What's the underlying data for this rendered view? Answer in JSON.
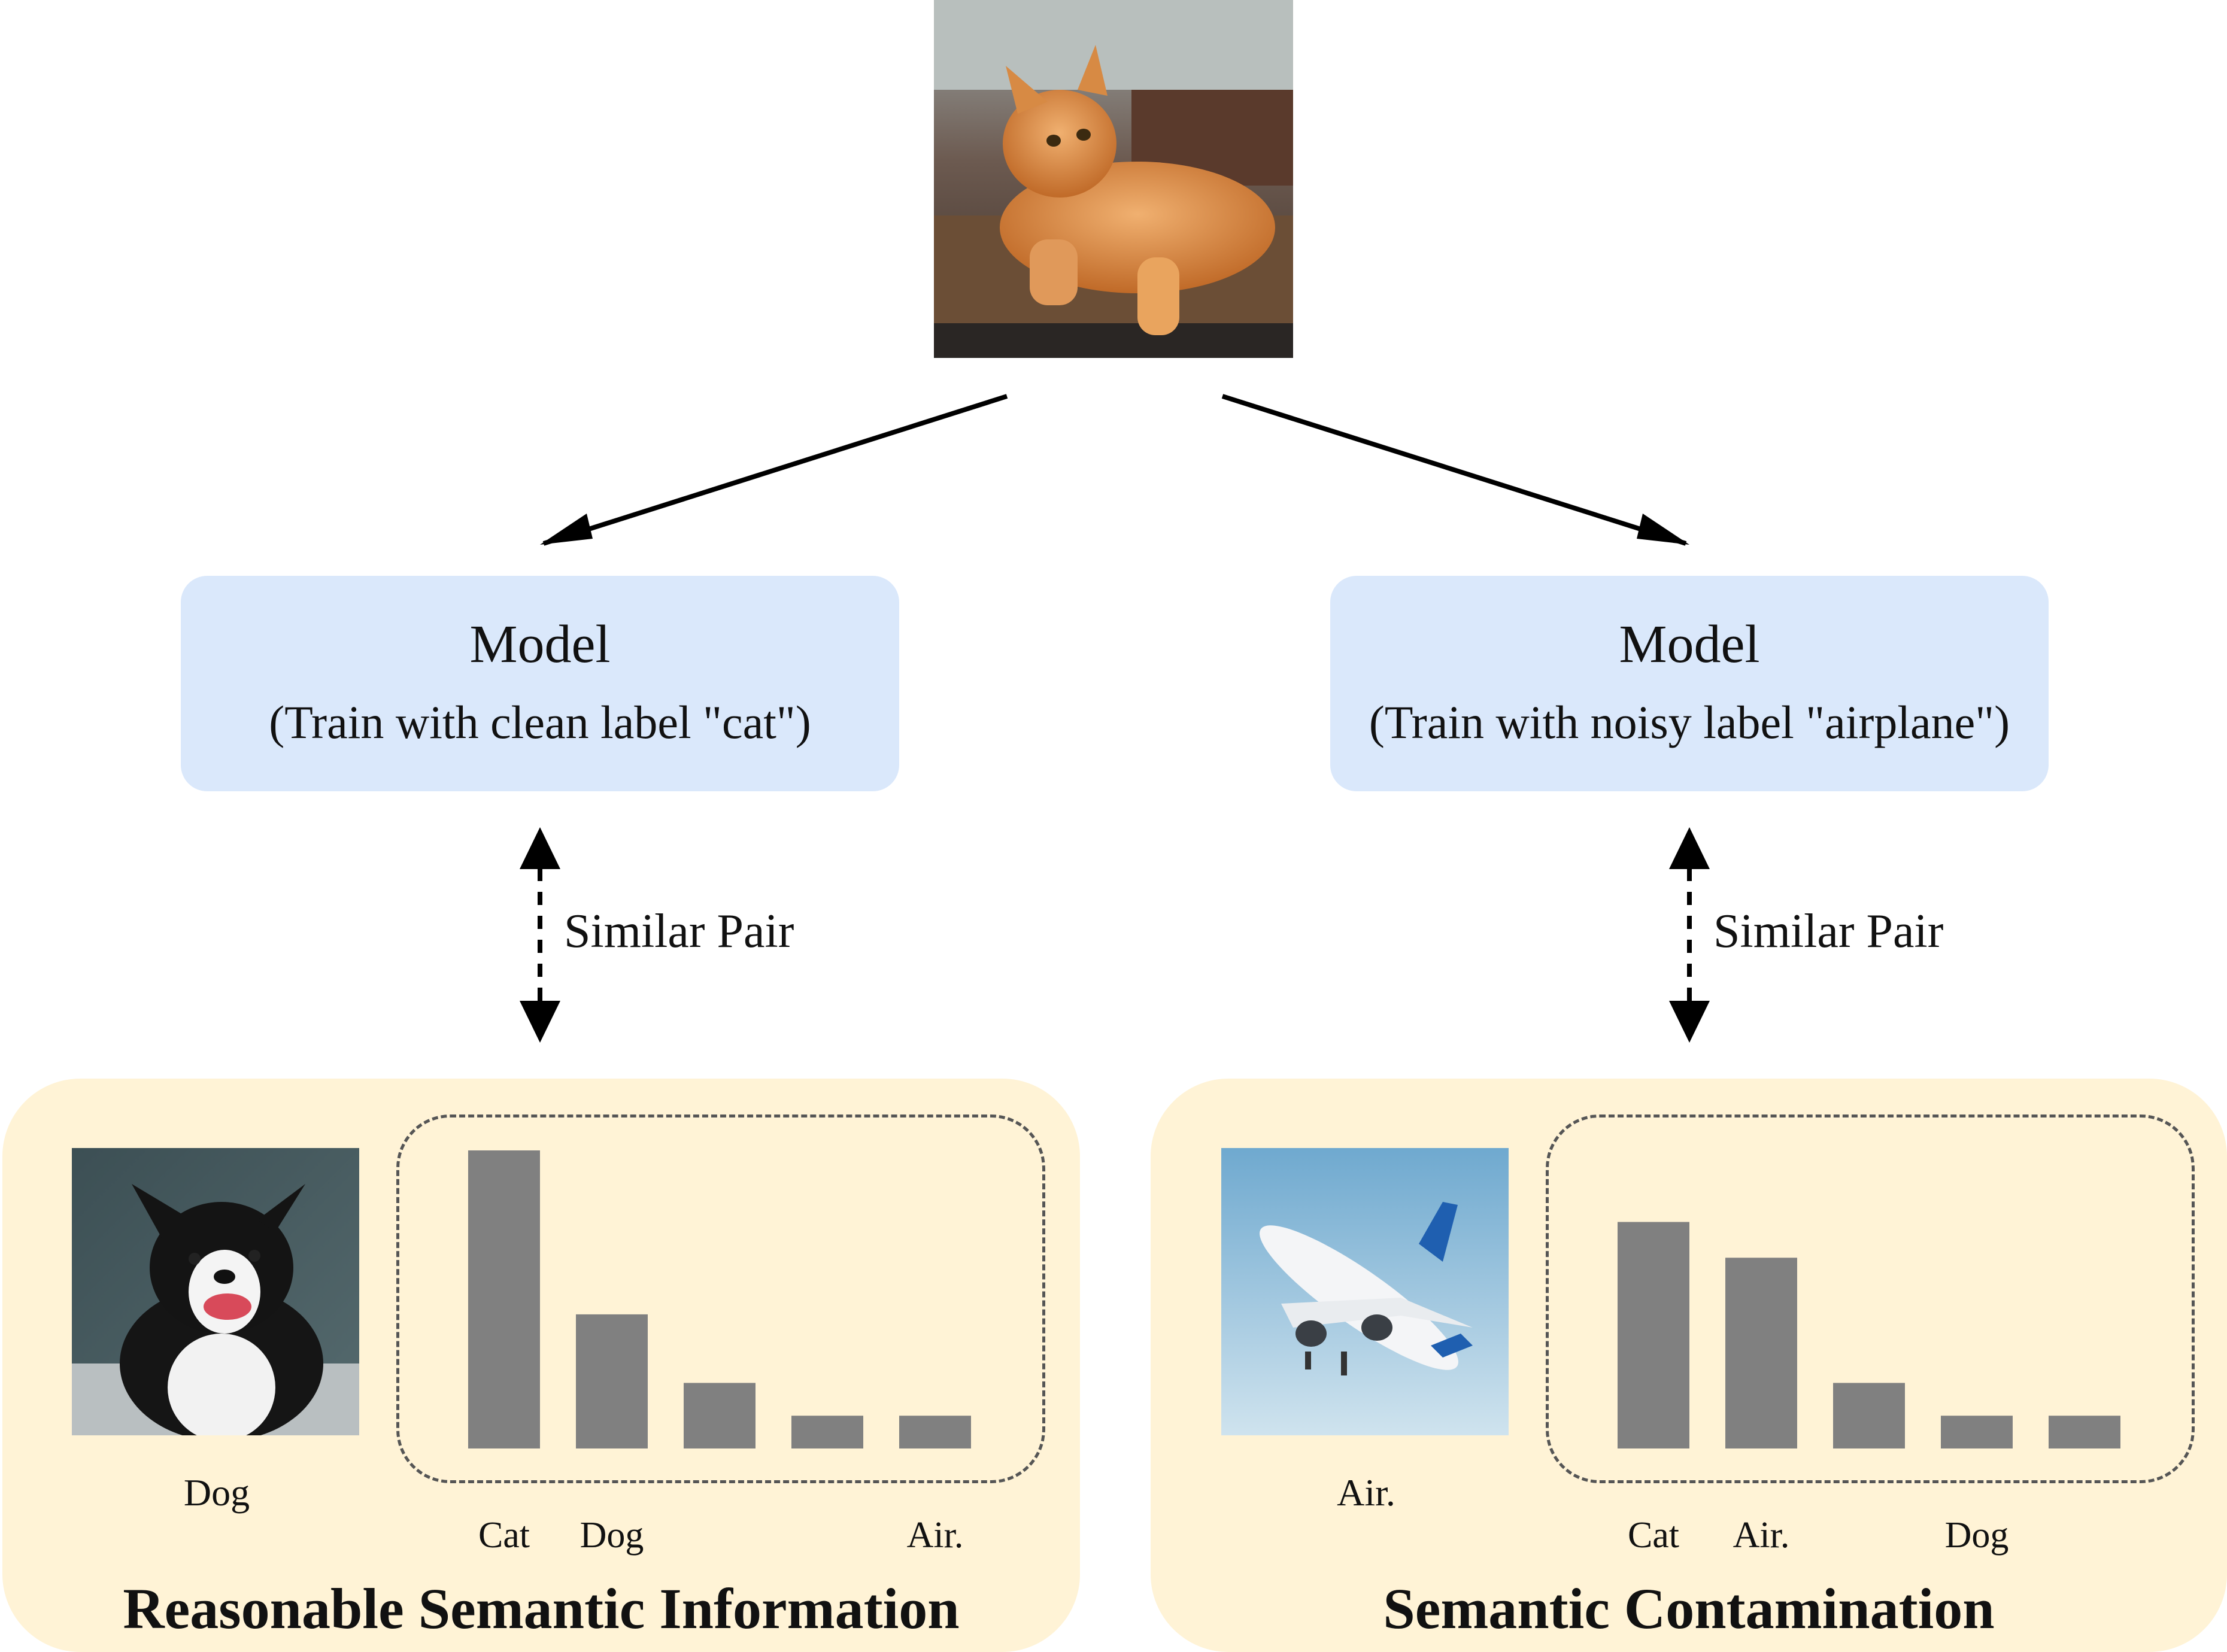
{
  "top_image": {
    "icon": "orange-cat-photo"
  },
  "left": {
    "model_title": "Model",
    "model_subtitle": "(Train with clean label \"cat\")",
    "pair_label": "Similar Pair",
    "image_label": "Dog",
    "image_icon": "dog-photo",
    "footer_title": "Reasonable Semantic Information"
  },
  "right": {
    "model_title": "Model",
    "model_subtitle": "(Train with noisy label \"airplane\")",
    "pair_label": "Similar Pair",
    "image_label": "Air.",
    "image_icon": "airplane-photo",
    "footer_title": "Semantic Contamination"
  },
  "chart_data": [
    {
      "type": "bar",
      "categories": [
        "Cat",
        "Dog",
        "",
        "",
        "Air."
      ],
      "values": [
        100,
        45,
        22,
        11,
        11
      ],
      "ylim": [
        0,
        100
      ],
      "title": "",
      "xlabel": "",
      "ylabel": "",
      "bar_color": "#808080"
    },
    {
      "type": "bar",
      "categories": [
        "Cat",
        "Air.",
        "",
        "Dog",
        ""
      ],
      "values": [
        76,
        64,
        22,
        11,
        11
      ],
      "ylim": [
        0,
        100
      ],
      "title": "",
      "xlabel": "",
      "ylabel": "",
      "bar_color": "#808080"
    }
  ],
  "colors": {
    "model_box": "#dae8fb",
    "panel": "#fff3d6",
    "arrow": "#000000"
  }
}
